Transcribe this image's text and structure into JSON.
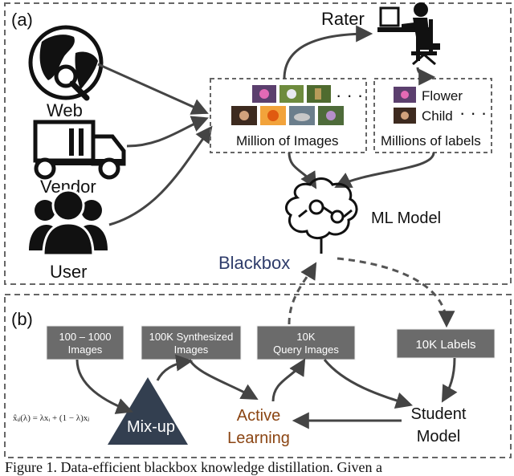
{
  "panel_a": {
    "label": "(a)",
    "sources": [
      "Web",
      "Vendor",
      "User"
    ],
    "rater": "Rater",
    "images_caption": "Million of Images",
    "labels_caption": "Millions of labels",
    "label_items": [
      "Flower",
      "Child"
    ],
    "ellipsis": "· · ·",
    "model": "ML Model",
    "blackbox": "Blackbox"
  },
  "panel_b": {
    "label": "(b)",
    "box_seed_line1": "100 – 1000",
    "box_seed_line2": "Images",
    "box_synth_line1": "100K Synthesized",
    "box_synth_line2": "Images",
    "box_query_line1": "10K",
    "box_query_line2": "Query Images",
    "box_labels": "10K Labels",
    "mixup": "Mix-up",
    "active_line1": "Active",
    "active_line2": "Learning",
    "student_line1": "Student",
    "student_line2": "Model",
    "formula": "x̂ᵢⱼ(λ) = λxᵢ + (1 − λ)xⱼ"
  },
  "caption": "Figure 1. Data-efficient blackbox knowledge distillation. Given a",
  "colors": {
    "box_fill": "#6b6b6b",
    "triangle_fill": "#333f50",
    "blackbox_text": "#2f3d6b",
    "active_text": "#8b4513",
    "dash": "#555555"
  }
}
